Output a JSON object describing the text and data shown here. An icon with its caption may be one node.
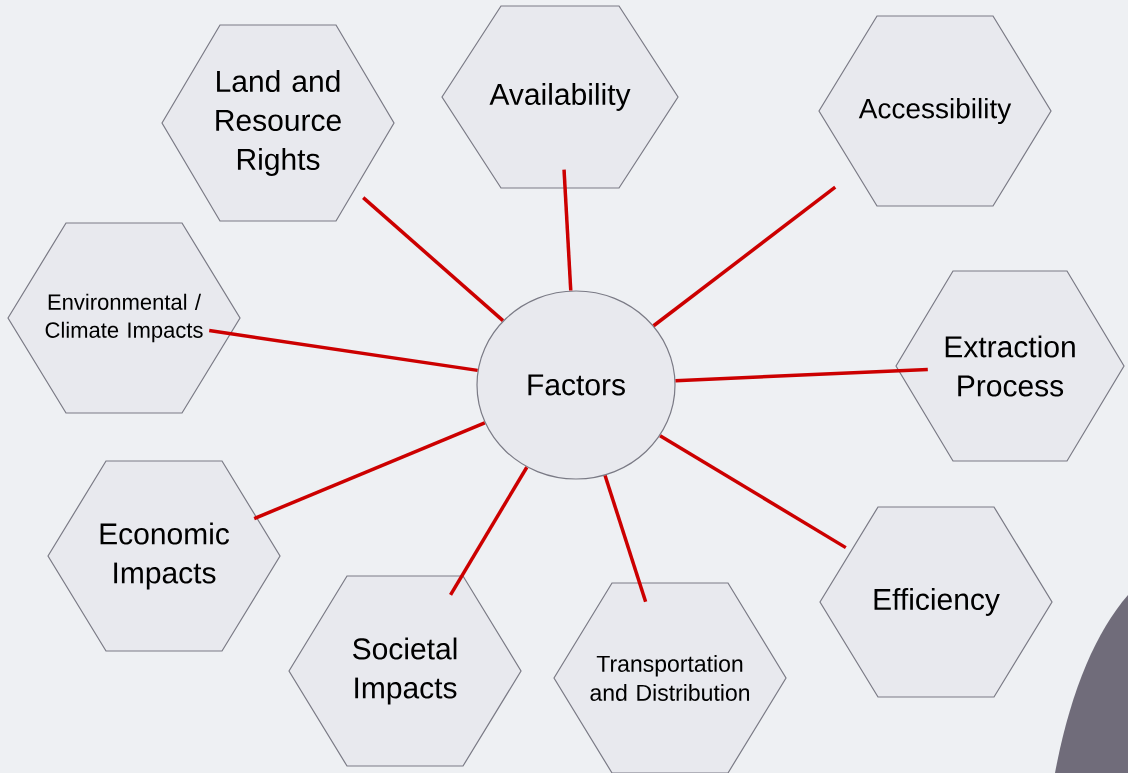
{
  "diagram": {
    "nodes": [
      {
        "text": [
          "Factors"
        ]
      },
      {
        "text": [
          "Land and Resource Rights"
        ]
      },
      {
        "text": [
          "Availability"
        ]
      },
      {
        "text": [
          "Accessibility"
        ]
      },
      {
        "text": [
          "Environmental / Climate Impacts"
        ]
      },
      {
        "text": [
          "Extraction Process"
        ]
      },
      {
        "text": [
          "Economic Impacts"
        ]
      },
      {
        "text": [
          "Efficiency"
        ]
      },
      {
        "text": [
          "Societal Impacts"
        ]
      },
      {
        "text": [
          "Transportation and Distribution"
        ]
      }
    ],
    "edges": [
      {
        "from": 0,
        "to": 1,
        "arrow": "none"
      },
      {
        "from": 0,
        "to": 2,
        "arrow": "none"
      },
      {
        "from": 0,
        "to": 3,
        "arrow": "none"
      },
      {
        "from": 0,
        "to": 4,
        "arrow": "none"
      },
      {
        "from": 0,
        "to": 5,
        "arrow": "none"
      },
      {
        "from": 0,
        "to": 6,
        "arrow": "none"
      },
      {
        "from": 0,
        "to": 7,
        "arrow": "none"
      },
      {
        "from": 0,
        "to": 8,
        "arrow": "none"
      },
      {
        "from": 0,
        "to": 9,
        "arrow": "none"
      }
    ]
  }
}
